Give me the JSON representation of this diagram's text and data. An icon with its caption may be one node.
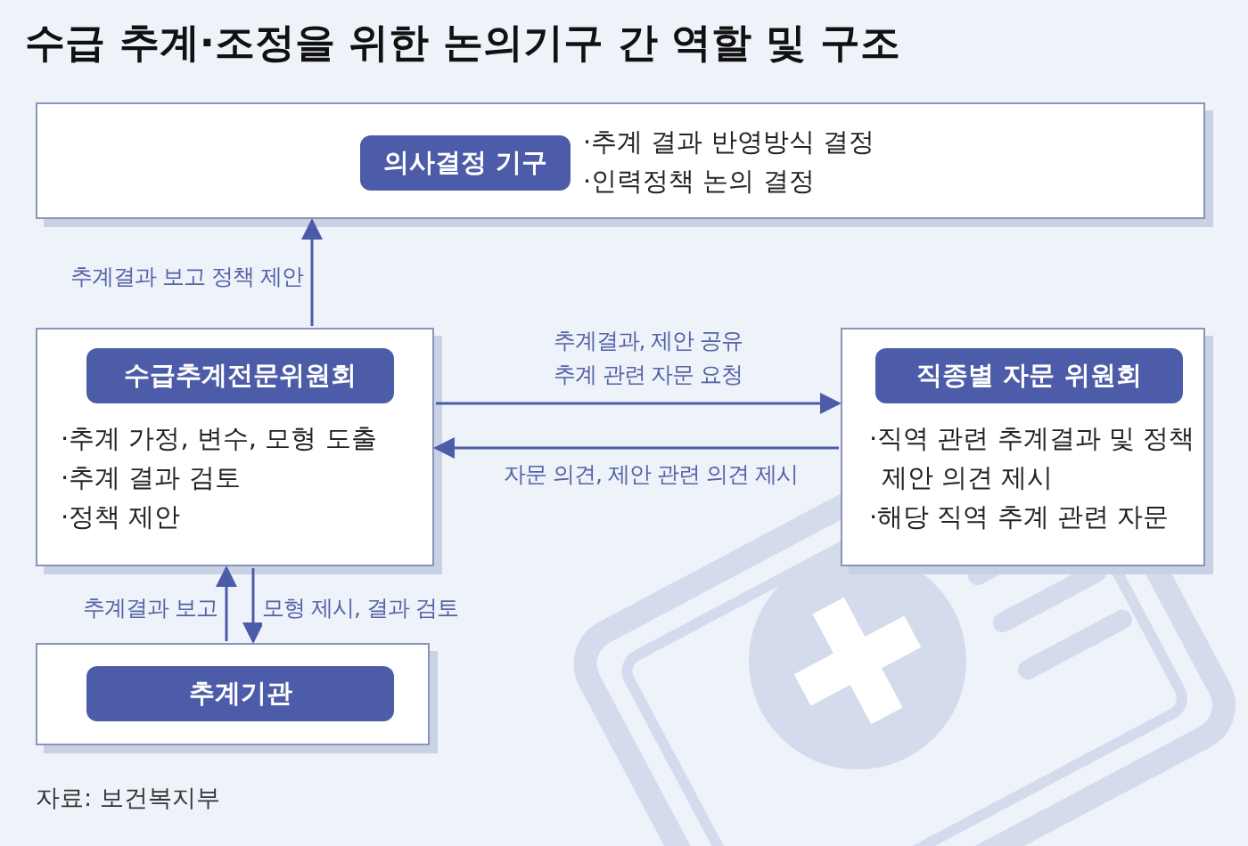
{
  "diagram": {
    "title": "수급 추계·조정을 위한 논의기구 간 역할 및 구조",
    "nodes": [
      {
        "text": [
          "의사결정 기구",
          "·추계 결과 반영방식 결정",
          "·인력정책 논의 결정"
        ]
      },
      {
        "text": [
          "수급추계전문위원회",
          "·추계 가정, 변수, 모형 도출",
          "·추계 결과 검토",
          "·정책 제안"
        ]
      },
      {
        "text": [
          "직종별 자문 위원회",
          "·직역 관련 추계결과 및 정책 제안 의견 제시",
          "·해당 직역 추계 관련 자문"
        ]
      },
      {
        "text": [
          "추계기관"
        ]
      }
    ],
    "edges": [
      {
        "from": 1,
        "to": 0,
        "arrow": "to",
        "label": "추계결과 보고 정책 제안"
      },
      {
        "from": 1,
        "to": 2,
        "arrow": "to",
        "label": "추계결과, 제안 공유 추계 관련 자문 요청"
      },
      {
        "from": 2,
        "to": 1,
        "arrow": "to",
        "label": "자문 의견, 제안 관련 의견 제시"
      },
      {
        "from": 3,
        "to": 1,
        "arrow": "to",
        "label": "추계결과 보고"
      },
      {
        "from": 1,
        "to": 3,
        "arrow": "to",
        "label": "모형 제시, 결과 검토"
      }
    ],
    "labels": [
      "자료: 보건복지부"
    ]
  }
}
